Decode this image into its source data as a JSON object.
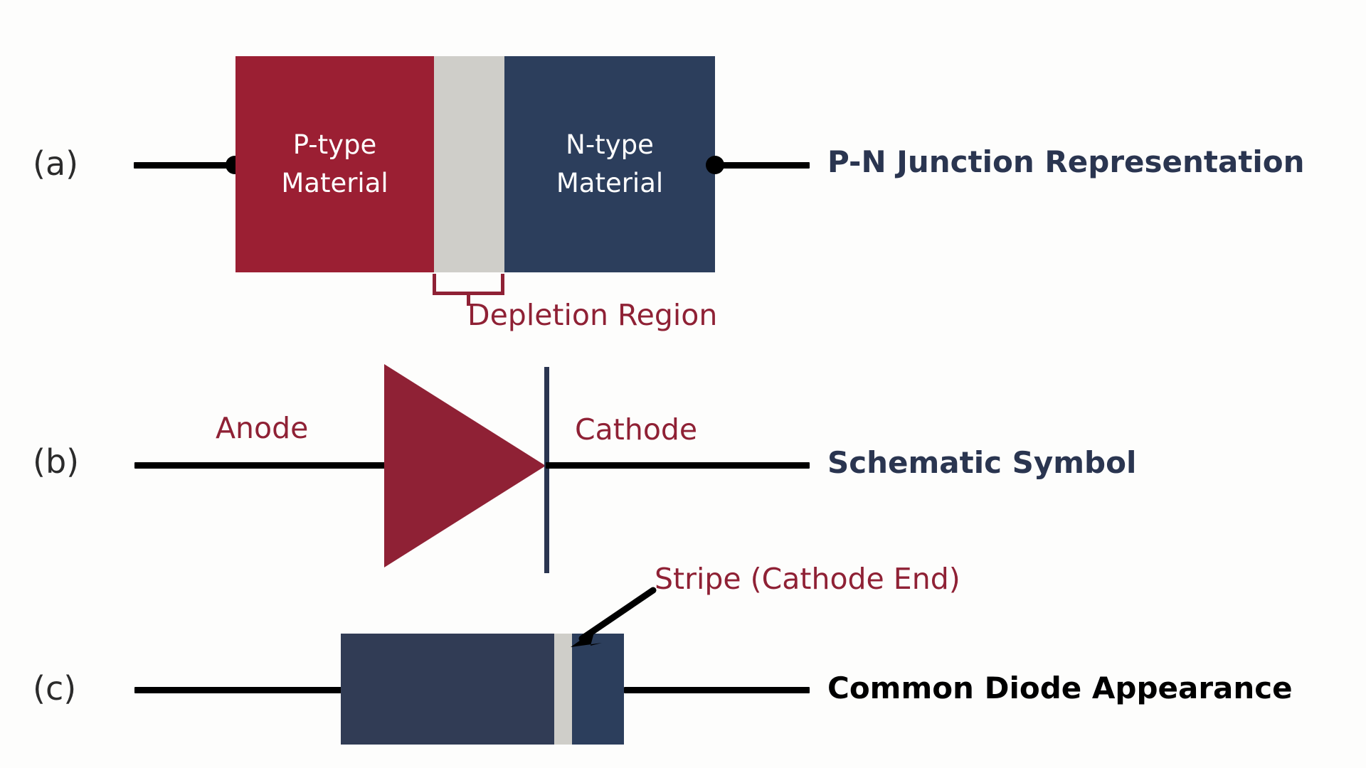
{
  "figure": {
    "background": "#fdfdfc",
    "colors": {
      "p_type": "#9b1f33",
      "n_type": "#2c3e5c",
      "depletion_gray": "#cfcec9",
      "lead_black": "#000000",
      "annotation_red": "#8f2135",
      "label_navy": "#2a3550",
      "label_black": "#000000",
      "diode_body": "#313c55",
      "diode_cap": "#2c3e5c",
      "stripe_gray": "#cfcec9"
    }
  },
  "rows": {
    "a": {
      "marker": "(a)",
      "right_label": "P-N Junction Representation",
      "right_label_color": "#2a3550",
      "p_block_label": "P-type\nMaterial",
      "n_block_label": "N-type\nMaterial",
      "depletion_label": "Depletion Region"
    },
    "b": {
      "marker": "(b)",
      "right_label": "Schematic Symbol",
      "right_label_color": "#2a3550",
      "anode_label": "Anode",
      "cathode_label": "Cathode"
    },
    "c": {
      "marker": "(c)",
      "right_label": "Common Diode Appearance",
      "right_label_color": "#000000",
      "stripe_label": "Stripe (Cathode End)"
    }
  },
  "icons": {
    "anode_terminal_dot": "terminal-node-dot",
    "cathode_terminal_dot": "terminal-node-dot",
    "stripe_pointer": "arrow-down-left-icon",
    "depletion_bracket": "bracket-icon",
    "diode_triangle": "diode-triangle-icon",
    "cathode_bar": "cathode-bar-icon"
  }
}
